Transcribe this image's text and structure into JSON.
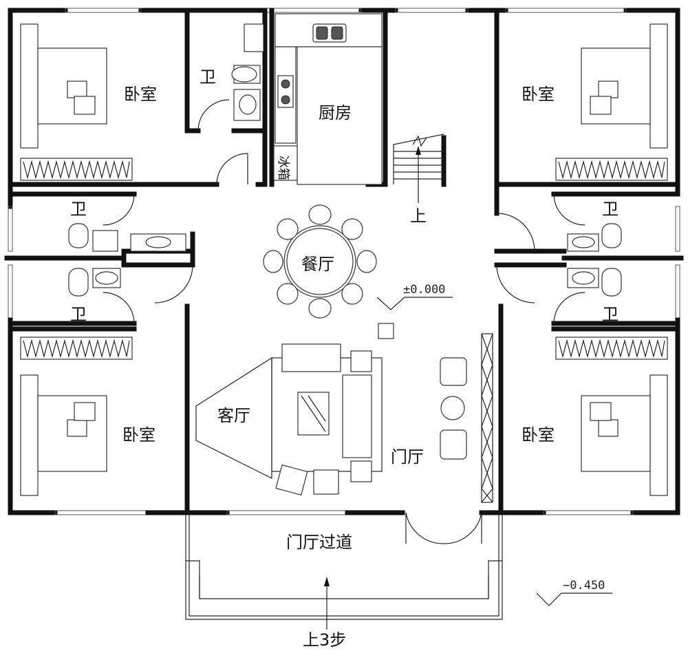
{
  "rooms": {
    "bedroom_nw": "卧室",
    "bedroom_ne": "卧室",
    "bedroom_sw": "卧室",
    "bedroom_se": "卧室",
    "bath_top": "卫",
    "bath_w1": "卫",
    "bath_w2": "卫",
    "bath_e1": "卫",
    "bath_e2": "卫",
    "kitchen": "厨房",
    "dining": "餐厅",
    "living": "客厅",
    "foyer": "门厅",
    "corridor": "门厅过道"
  },
  "stairs": {
    "up_label": "上"
  },
  "entrance": {
    "steps_label": "上3步"
  },
  "levels": {
    "floor": "±0.000",
    "exterior": "−0.450"
  },
  "fixtures": {
    "fridge": "冰箱"
  }
}
